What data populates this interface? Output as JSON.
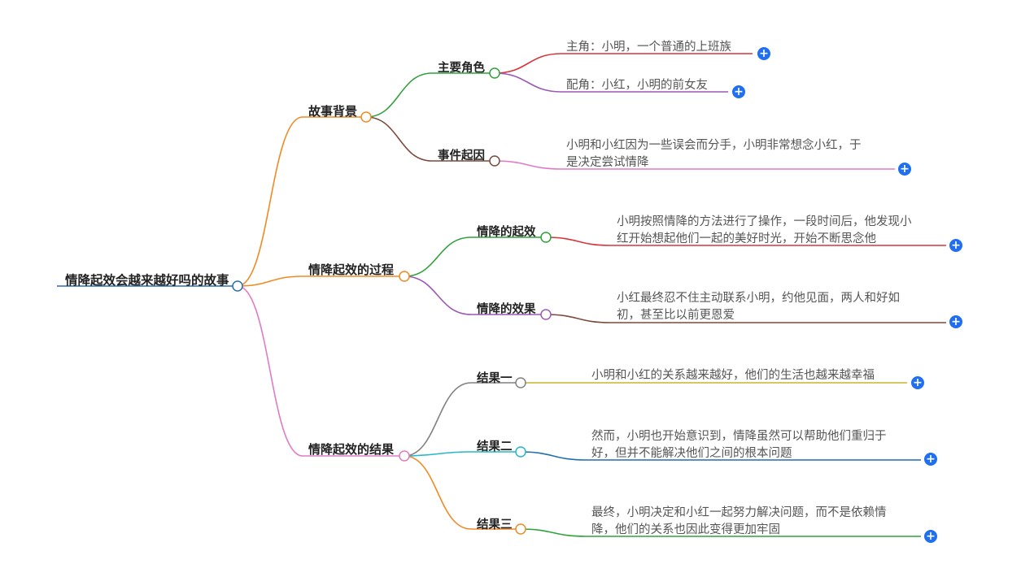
{
  "mindmap": {
    "root": {
      "label": "情降起效会越来越好吗的故事"
    },
    "branches": [
      {
        "label": "故事背景",
        "color": "#f08a24",
        "children": [
          {
            "label": "主要角色",
            "color": "#2fa13a",
            "leaves": [
              {
                "lines": [
                  "主角：小明，一个普通的上班族"
                ],
                "color": "#d6353a"
              },
              {
                "lines": [
                  "配角：小红，小明的前女友"
                ],
                "color": "#9b59b6"
              }
            ]
          },
          {
            "label": "事件起因",
            "color": "#7b4a3c",
            "leaves": [
              {
                "lines": [
                  "小明和小红因为一些误会而分手，小明非常想念小红，于",
                  "是决定尝试情降"
                ],
                "color": "#e07ac5"
              }
            ]
          }
        ]
      },
      {
        "label": "情降起效的过程",
        "color": "#f08a24",
        "children": [
          {
            "label": "情降的起效",
            "color": "#2fa13a",
            "leaves": [
              {
                "lines": [
                  "小明按照情降的方法进行了操作，一段时间后，他发现小",
                  "红开始想起他们一起的美好时光，开始不断思念他"
                ],
                "color": "#d6353a"
              }
            ]
          },
          {
            "label": "情降的效果",
            "color": "#9b59b6",
            "leaves": [
              {
                "lines": [
                  "小红最终忍不住主动联系小明，约他见面，两人和好如",
                  "初，甚至比以前更恩爱"
                ],
                "color": "#7b4a3c"
              }
            ]
          }
        ]
      },
      {
        "label": "情降起效的结果",
        "color": "#e07ac5",
        "children": [
          {
            "label": "结果一",
            "color": "#808080",
            "leaves": [
              {
                "lines": [
                  "小明和小红的关系越来越好，他们的生活也越来越幸福"
                ],
                "color": "#c9b52a"
              }
            ]
          },
          {
            "label": "结果二",
            "color": "#22b8c9",
            "leaves": [
              {
                "lines": [
                  "然而，小明也开始意识到，情降虽然可以帮助他们重归于",
                  "好，但并不能解决他们之间的根本问题"
                ],
                "color": "#1f6fa8"
              }
            ]
          },
          {
            "label": "结果三",
            "color": "#f08a24",
            "leaves": [
              {
                "lines": [
                  "最终，小明决定和小红一起努力解决问题，而不是依赖情",
                  "降，他们的关系也因此变得更加牢固"
                ],
                "color": "#2fa13a"
              }
            ]
          }
        ]
      }
    ],
    "root_color": "#2a6fad",
    "expand_icon": "plus-icon"
  }
}
